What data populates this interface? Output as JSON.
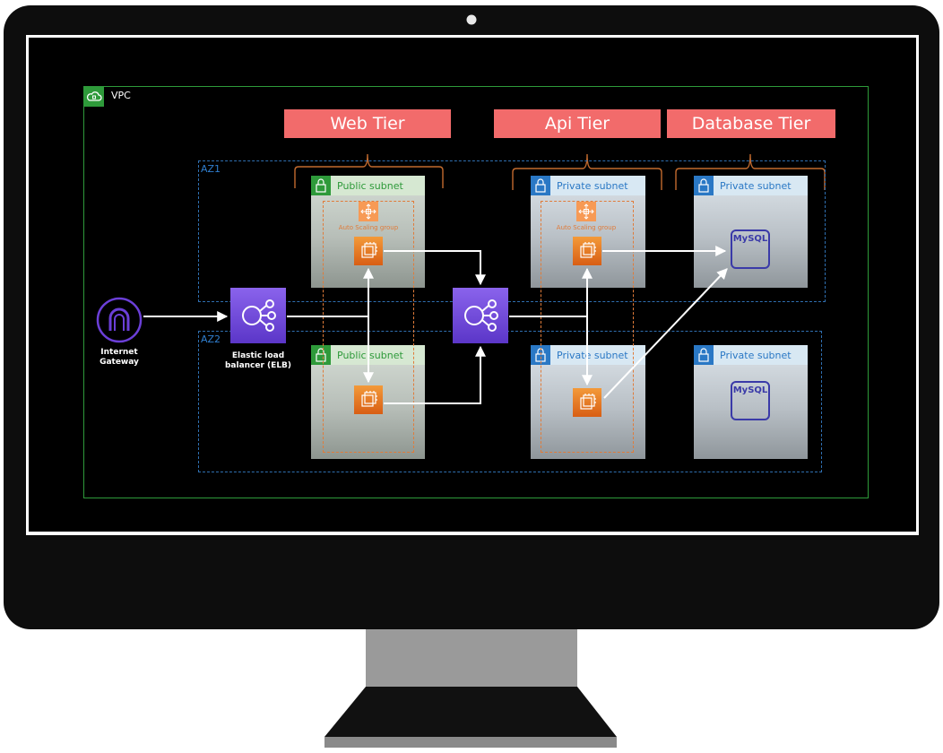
{
  "tiers": {
    "web": "Web Tier",
    "api": "Api Tier",
    "database": "Database Tier"
  },
  "vpc": {
    "label": "VPC"
  },
  "azs": {
    "az1": "AZ1",
    "az2": "AZ2"
  },
  "subnets": {
    "web_az1": "Public subnet",
    "web_az2": "Public subnet",
    "api_az1": "Private subnet",
    "api_az2": "Private subnet",
    "db_az1": "Private subnet",
    "db_az2": "Private subnet"
  },
  "asg": {
    "web": "Auto Scaling group",
    "api": "Auto Scaling group"
  },
  "nodes": {
    "igw": "Internet Gateway",
    "elb": "Elastic load balancer (ELB)",
    "mysql_az1": "MySQL",
    "mysql_az2": "MySQL"
  },
  "icons": {
    "vpc": "cloud-icon",
    "subnet": "padlock-icon",
    "asg": "auto-scaling-icon",
    "ec2": "ec2-instance-icon",
    "elb": "load-balancer-icon",
    "igw": "internet-gateway-icon",
    "db": "mysql-database-icon"
  },
  "colors": {
    "tier_banner": "#f26b6b",
    "vpc": "#2e9a3a",
    "az": "#2f6fb0",
    "public_subnet": "#2e9a3a",
    "private_subnet": "#2a78c5",
    "asg": "#e07b39",
    "ec2": "#e8772a",
    "elb": "#7048e8",
    "igw": "#6b3fd8",
    "mysql": "#3a3aa8",
    "bracket": "#c26a2e",
    "arrow": "#ffffff"
  }
}
